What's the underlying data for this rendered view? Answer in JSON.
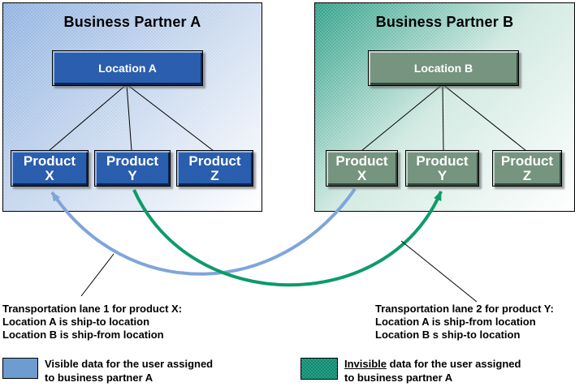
{
  "colors": {
    "panel_a_start": "#8FB2E0",
    "panel_b_start": "#2E9F88",
    "node_a": "#1E55A9",
    "node_b": "#6E8F78",
    "lane_blue": "#7FA5DA",
    "lane_green": "#0D9B68",
    "swatch_visible": "#6D9CCF",
    "swatch_invisible": "#25A58A"
  },
  "partner_a": {
    "title": "Business Partner A",
    "location_label": "Location A",
    "products": [
      {
        "line1": "Product",
        "line2": "X"
      },
      {
        "line1": "Product",
        "line2": "Y"
      },
      {
        "line1": "Product",
        "line2": "Z"
      }
    ]
  },
  "partner_b": {
    "title": "Business Partner B",
    "location_label": "Location B",
    "products": [
      {
        "line1": "Product",
        "line2": "X"
      },
      {
        "line1": "Product",
        "line2": "Y"
      },
      {
        "line1": "Product",
        "line2": "Z"
      }
    ]
  },
  "annotations": {
    "lane1": {
      "line1": "Transportation lane 1 for product X:",
      "line2": "Location A is ship-to location",
      "line3": "Location B is ship-from location"
    },
    "lane2": {
      "line1": "Transportation lane 2 for product Y:",
      "line2": "Location A is ship-from location",
      "line3": "Location B s ship-to location"
    }
  },
  "legend": {
    "visible": {
      "emphasis": "Visible",
      "rest": " data for the user assigned",
      "line2": "to business partner A"
    },
    "invisible": {
      "emphasis": "Invisible",
      "rest": " data for the user assigned",
      "line2": "to business partner A"
    }
  }
}
